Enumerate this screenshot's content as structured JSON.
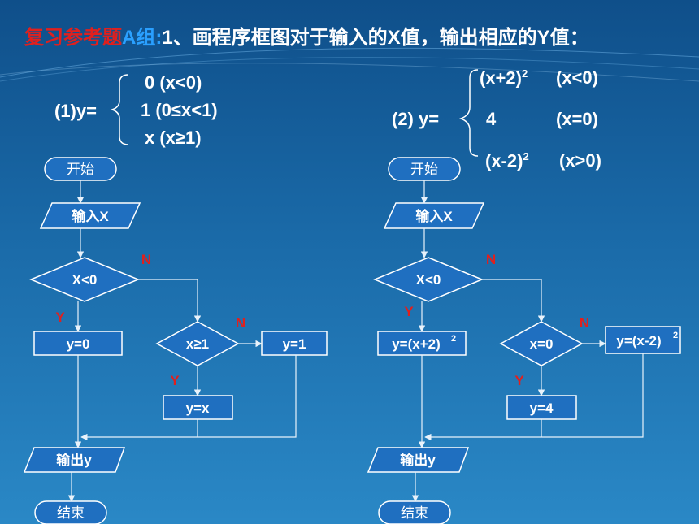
{
  "title": {
    "red": "复习参考题",
    "blue": "A组:",
    "white": "1、画程序框图对于输入的X值，输出相应的Y值："
  },
  "func1": {
    "lhs": "(1)y=",
    "cases": [
      "0  (x<0)",
      "1  (0≤x<1)",
      "x  (x≥1)"
    ]
  },
  "func2": {
    "lhs": "(2) y=",
    "c1": "(x+2)",
    "c1cond": "(x<0)",
    "c2": "4",
    "c2cond": "(x=0)",
    "c3": "(x-2)",
    "c3cond": "(x>0)",
    "sup": "2"
  },
  "flow1": {
    "start": "开始",
    "input": "输入X",
    "cond1": "X<0",
    "cond2": "x≥1",
    "y0": "y=0",
    "y1": "y=1",
    "yx": "y=x",
    "output": "输出y",
    "end": "结束"
  },
  "flow2": {
    "start": "开始",
    "input": "输入X",
    "cond1": "X<0",
    "cond2": "x=0",
    "ya": "y=(x+2)",
    "yb": "y=(x-2)",
    "y4": "y=4",
    "output": "输出y",
    "end": "结束",
    "sup": "2"
  },
  "labels": {
    "yes": "Y",
    "no": "N"
  },
  "colors": {
    "box_fill": "#1f6fc0",
    "box_stroke": "#ffffff",
    "label_red": "#e0201e"
  }
}
